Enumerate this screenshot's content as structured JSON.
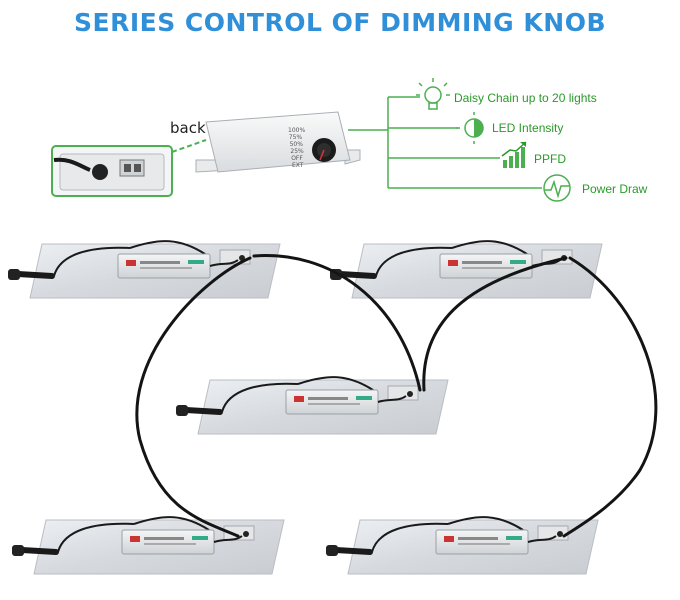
{
  "title": "SERIES CONTROL OF DIMMING KNOB",
  "back_label": "back",
  "knob_levels": [
    "100%",
    "75%",
    "50%",
    "25%",
    "OFF",
    "EXT"
  ],
  "features": [
    {
      "label": "Daisy Chain up to 20 lights",
      "icon": "bulb-icon"
    },
    {
      "label": "LED Intensity",
      "icon": "intensity-icon"
    },
    {
      "label": "PPFD",
      "icon": "ppfd-chart-icon"
    },
    {
      "label": "Power Draw",
      "icon": "power-pulse-icon"
    }
  ],
  "colors": {
    "title": "#2f8fd8",
    "accent": "#2a9a2a"
  },
  "lights": [
    "top-left",
    "top-right",
    "middle",
    "bottom-left",
    "bottom-right"
  ]
}
